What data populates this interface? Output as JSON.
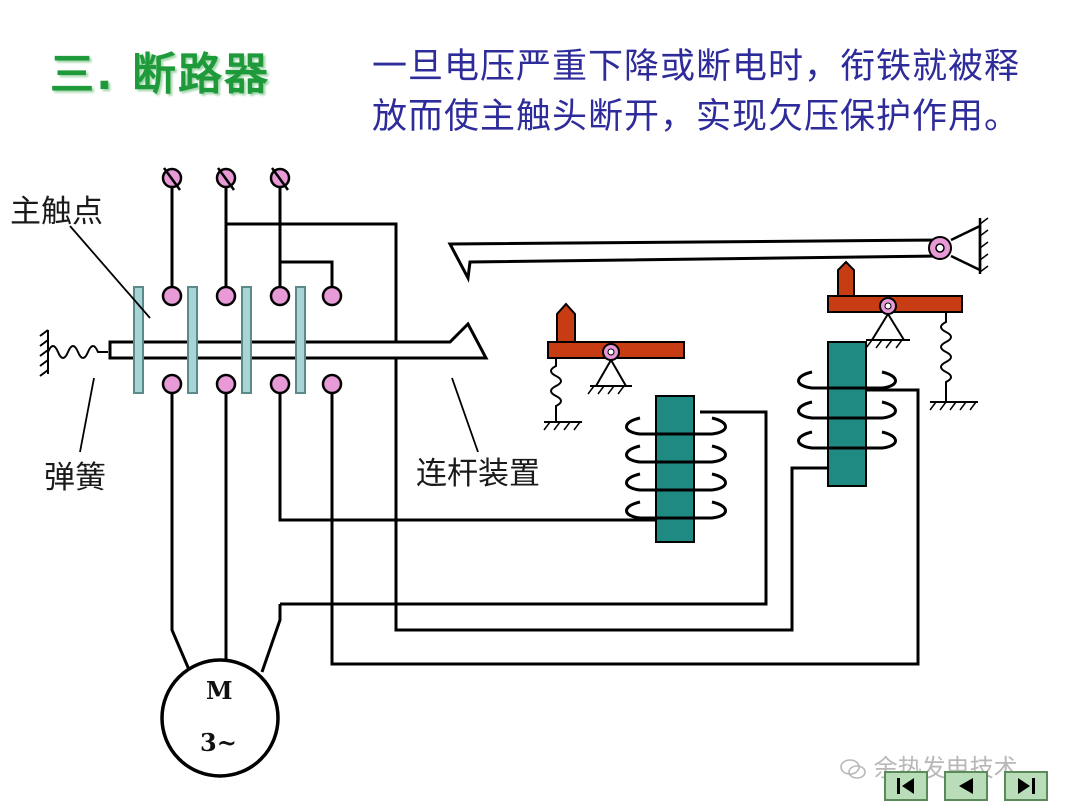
{
  "title": "三. 断路器",
  "description": "一旦电压严重下降或断电时，衔铁就被释放而使主触头断开，实现欠压保护作用。",
  "labels": {
    "main_contact": "主触点",
    "spring": "弹簧",
    "linkage": "连杆装置"
  },
  "motor": {
    "line1": "M",
    "line2": "3~"
  },
  "watermark": "余热发电技术",
  "colors": {
    "title": "#1e9a3a",
    "description": "#2e2b9a",
    "terminal": "#e89ad6",
    "lever": "#c83c14",
    "coil_core": "#1f8a82",
    "contact_bar": "#a9d4d6"
  },
  "nav_icons": [
    "first-slide-icon",
    "previous-slide-icon",
    "next-slide-icon"
  ]
}
